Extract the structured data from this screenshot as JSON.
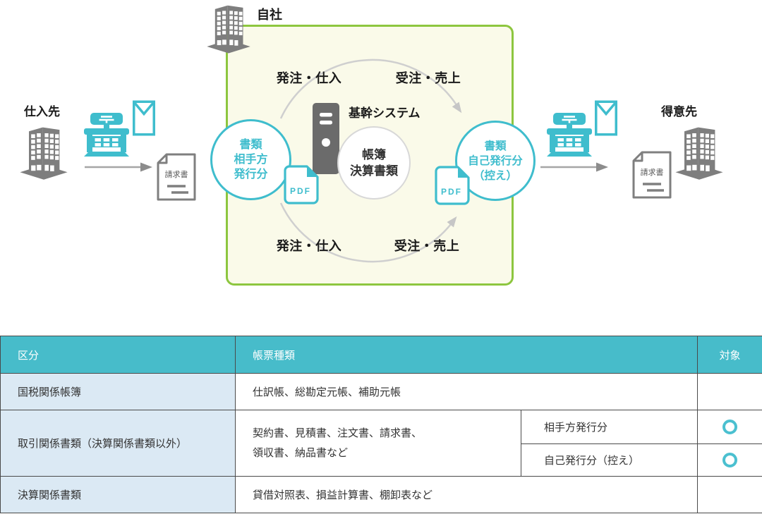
{
  "diagram": {
    "company_label": "自社",
    "supplier_label": "仕入先",
    "customer_label": "得意先",
    "core_system_label": "基幹システム",
    "center_circle": {
      "line1": "帳簿",
      "line2": "決算書類"
    },
    "left_circle": {
      "line1": "書類",
      "line2": "相手方",
      "line3": "発行分"
    },
    "right_circle": {
      "line1": "書類",
      "line2": "自己発行分",
      "line3": "（控え）"
    },
    "pdf_label": "PDF",
    "invoice_label": "請求書",
    "postal_mark": "〒",
    "flows": {
      "top_left": "発注・仕入",
      "top_right": "受注・売上",
      "bottom_left": "発注・仕入",
      "bottom_right": "受注・売上"
    }
  },
  "table": {
    "headers": {
      "category": "区分",
      "doc_types": "帳票種類",
      "target": "対象"
    },
    "rows": {
      "national_tax_books": {
        "category": "国税関係帳簿",
        "documents": "仕訳帳、総勘定元帳、補助元帳",
        "target": ""
      },
      "transaction_documents": {
        "category": "取引関係書類（決算関係書類以外）",
        "documents_line1": "契約書、見積書、注文書、請求書、",
        "documents_line2": "領収書、納品書など",
        "sub_rows": [
          {
            "label": "相手方発行分",
            "target_mark": "○"
          },
          {
            "label": "自己発行分（控え）",
            "target_mark": "○"
          }
        ]
      },
      "settlement_documents": {
        "category": "決算関係書類",
        "documents": "貸借対照表、損益計算書、棚卸表など",
        "target": ""
      }
    }
  },
  "colors": {
    "teal": "#3fbdcd",
    "green_border": "#8dc63f",
    "box_fill": "#fafae9",
    "icon_gray": "#7e7e7e",
    "table_header_bg": "#47bcca",
    "table_row_bg": "#dbe9f4",
    "table_border": "#4a4a4a"
  }
}
